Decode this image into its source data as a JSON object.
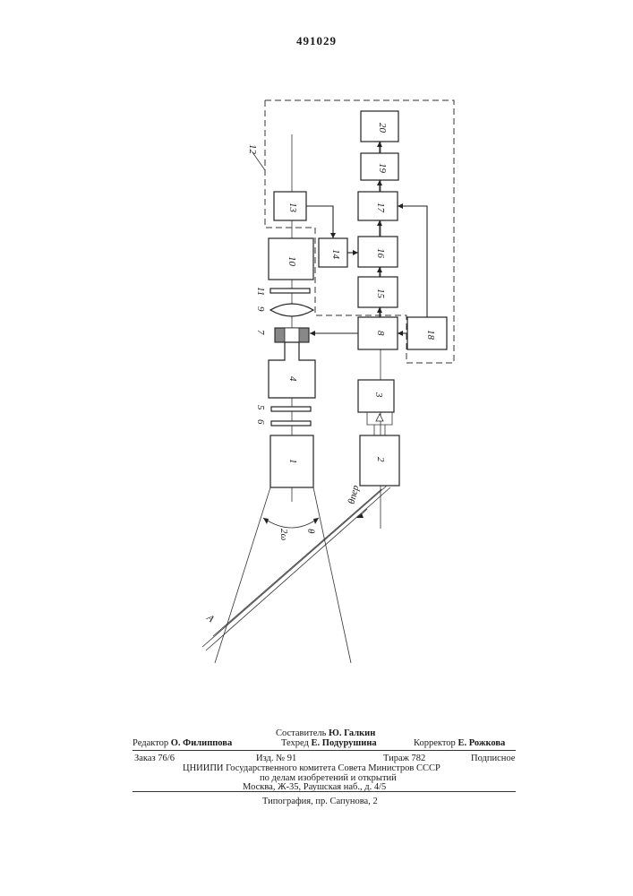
{
  "header": {
    "patent_number": "491029"
  },
  "diagram": {
    "block_labels": {
      "b1": "1",
      "b2": "2",
      "b3": "3",
      "b4": "4",
      "b5": "5",
      "b6": "6",
      "b7": "7",
      "b8": "8",
      "b9": "9",
      "b10": "10",
      "b11": "11",
      "b12": "12",
      "b13": "13",
      "b14": "14",
      "b15": "15",
      "b16": "16",
      "b17": "17",
      "b18": "18",
      "b19": "19",
      "b20": "20"
    },
    "angle_2w": "2ω",
    "angle_theta": "θ",
    "angle_theta_per": "θпер",
    "point_a": "A"
  },
  "footer": {
    "compiler": {
      "prefix": "Составитель",
      "name": "Ю. Галкин"
    },
    "editor": {
      "prefix": "Редактор",
      "name": "О. Филиппова"
    },
    "techred": {
      "prefix": "Техред",
      "name": "Е. Подурушина"
    },
    "corrector": {
      "prefix": "Корректор",
      "name": "Е. Рожкова"
    },
    "order": "Заказ 76/6",
    "edition": "Изд. № 91",
    "circulation": "Тираж 782",
    "subscription": "Подписное",
    "org_line1": "ЦНИИПИ Государственного комитета Совета Министров СССР",
    "org_line2": "по делам изобретений и открытий",
    "address": "Москва, Ж-35, Раушская наб., д. 4/5",
    "typography": "Типография, пр. Сапунова, 2"
  }
}
